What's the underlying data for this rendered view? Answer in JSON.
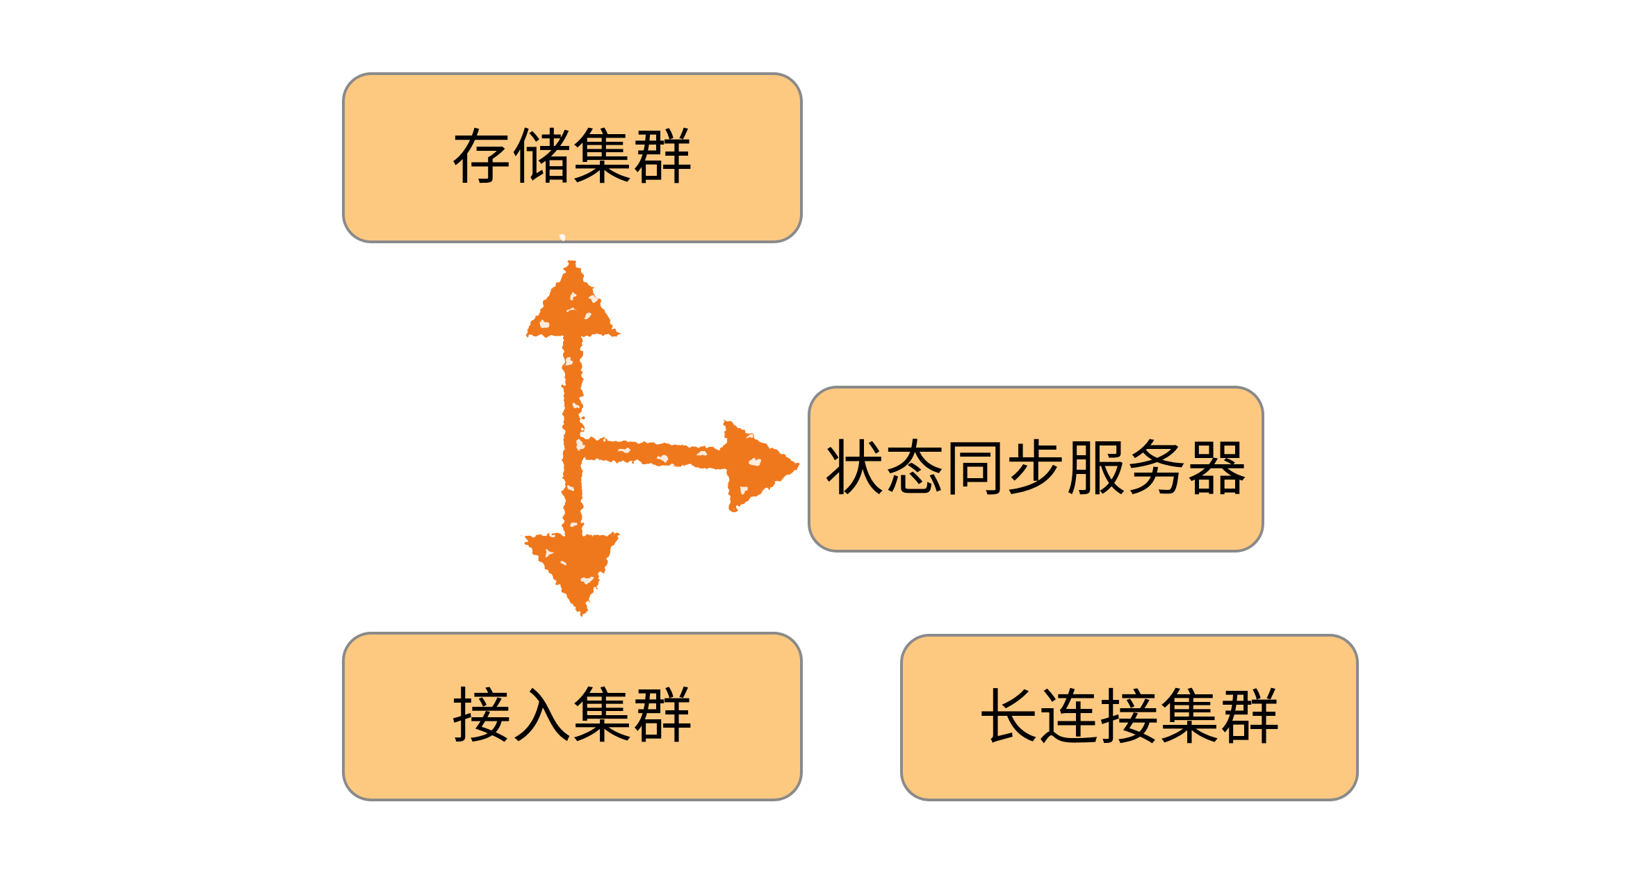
{
  "diagram": {
    "background": "#FFFFFF",
    "nodes": [
      {
        "id": "storage-cluster",
        "label": "存储集群"
      },
      {
        "id": "state-sync-server",
        "label": "状态同步服务器"
      },
      {
        "id": "access-cluster",
        "label": "接入集群"
      },
      {
        "id": "long-connection-cluster",
        "label": "长连接集群"
      }
    ],
    "connector": {
      "style": "hand-drawn-crayon",
      "shape": "double-headed vertical arrow with right branch",
      "ends": [
        "storage-cluster",
        "access-cluster",
        "state-sync-server"
      ]
    },
    "colors": {
      "node_fill": "#FDC981",
      "node_border": "#8A8A8A",
      "node_text": "#000000",
      "arrow": "#F0781E",
      "background": "#FFFFFF"
    }
  }
}
